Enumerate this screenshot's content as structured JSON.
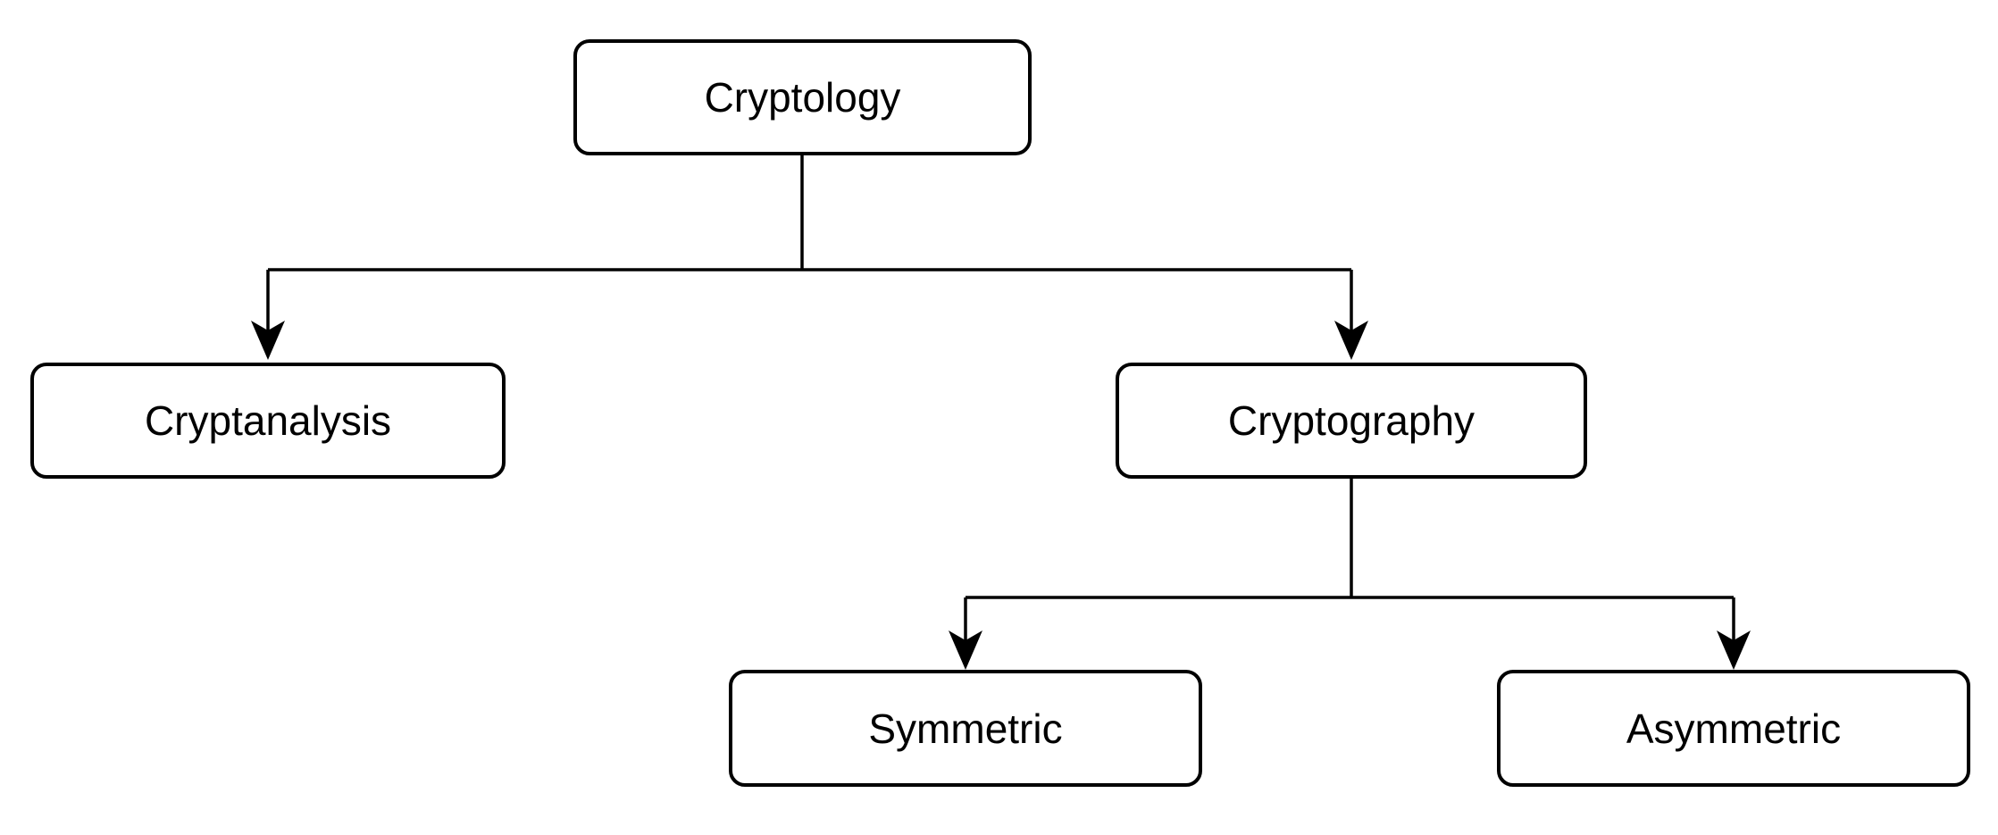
{
  "diagram": {
    "type": "tree",
    "background_color": "#ffffff",
    "stroke_color": "#000000",
    "text_color": "#000000",
    "nodes": [
      {
        "id": "cryptology",
        "label": "Cryptology"
      },
      {
        "id": "cryptanalysis",
        "label": "Cryptanalysis"
      },
      {
        "id": "cryptography",
        "label": "Cryptography"
      },
      {
        "id": "symmetric",
        "label": "Symmetric"
      },
      {
        "id": "asymmetric",
        "label": "Asymmetric"
      }
    ],
    "edges": [
      {
        "from": "Cryptology",
        "to": "Cryptanalysis",
        "arrow": "down"
      },
      {
        "from": "Cryptology",
        "to": "Cryptography",
        "arrow": "down"
      },
      {
        "from": "Cryptography",
        "to": "Symmetric",
        "arrow": "down"
      },
      {
        "from": "Cryptography",
        "to": "Asymmetric",
        "arrow": "down"
      }
    ]
  }
}
